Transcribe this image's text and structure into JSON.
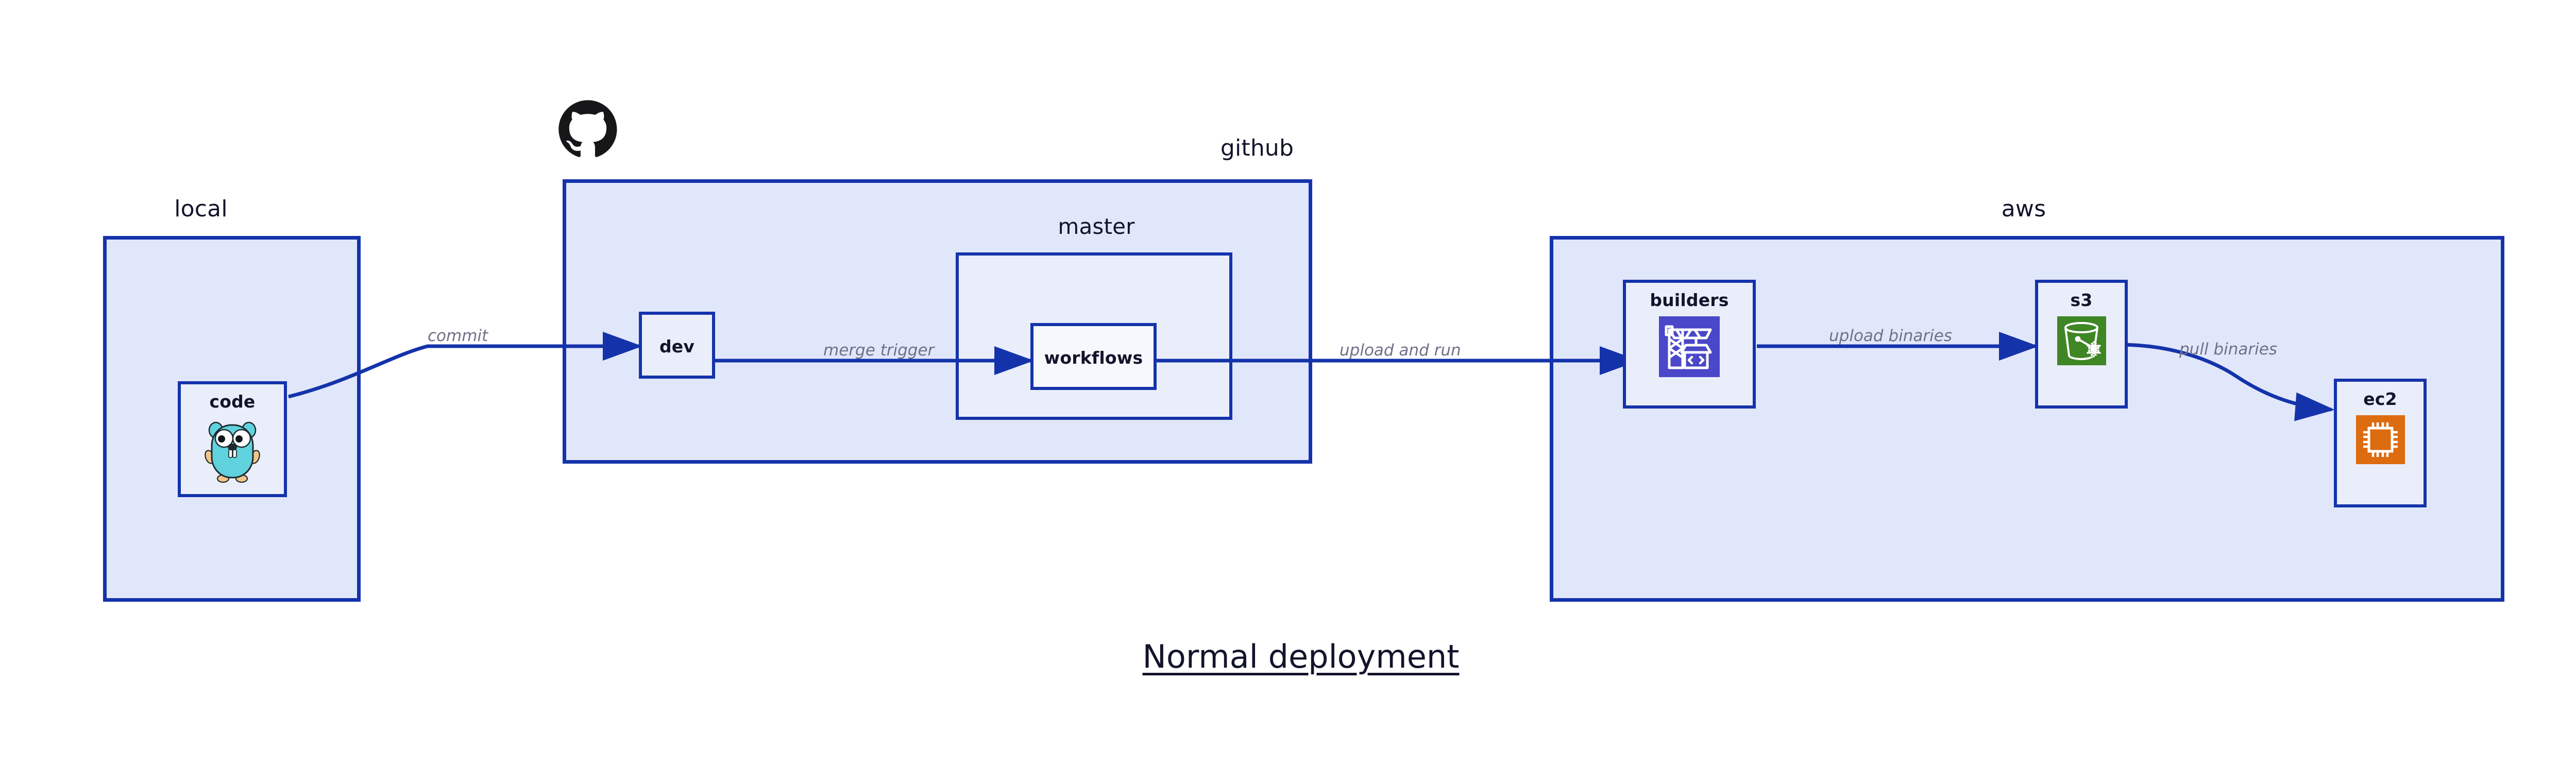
{
  "diagram": {
    "title": "Normal deployment",
    "clusters": [
      {
        "id": "local",
        "label": "local"
      },
      {
        "id": "github",
        "label": "github"
      },
      {
        "id": "master",
        "label": "master"
      },
      {
        "id": "aws",
        "label": "aws"
      }
    ],
    "nodes": [
      {
        "id": "code",
        "label": "code",
        "icon": "go-gopher-icon"
      },
      {
        "id": "dev",
        "label": "dev",
        "icon": "none"
      },
      {
        "id": "workflows",
        "label": "workflows",
        "icon": "none"
      },
      {
        "id": "builders",
        "label": "builders",
        "icon": "aws-codebuild-crane-icon"
      },
      {
        "id": "s3",
        "label": "s3",
        "icon": "aws-s3-glacier-bucket-icon"
      },
      {
        "id": "ec2",
        "label": "ec2",
        "icon": "aws-ec2-cpu-chip-icon"
      }
    ],
    "edges": [
      {
        "id": "code-to-dev",
        "from": "code",
        "to": "dev",
        "label": "commit"
      },
      {
        "id": "dev-to-workflows",
        "from": "dev",
        "to": "workflows",
        "label": "merge trigger"
      },
      {
        "id": "workflows-to-builders",
        "from": "workflows",
        "to": "builders",
        "label": "upload and run"
      },
      {
        "id": "builders-to-s3",
        "from": "builders",
        "to": "s3",
        "label": "upload binaries"
      },
      {
        "id": "s3-to-ec2",
        "from": "s3",
        "to": "ec2",
        "label": "pull binaries"
      }
    ],
    "logos": [
      {
        "id": "github-octocat",
        "name": "github-octocat-logo"
      }
    ],
    "colors": {
      "edge": "#1433ab",
      "cluster_border": "#1433ab",
      "cluster_fill": "#e1e7fa",
      "node_fill": "#eaeefb",
      "node_fill_nested": "#f6f8fd",
      "label_text": "#12142b",
      "edge_label_text": "#707089",
      "builders_icon": "#4a47c8",
      "s3_icon": "#3f8624",
      "ec2_icon": "#dd6b10",
      "gopher_body": "#5fd2dd",
      "gopher_accent": "#f2c68a",
      "octocat": "#17171a"
    }
  }
}
